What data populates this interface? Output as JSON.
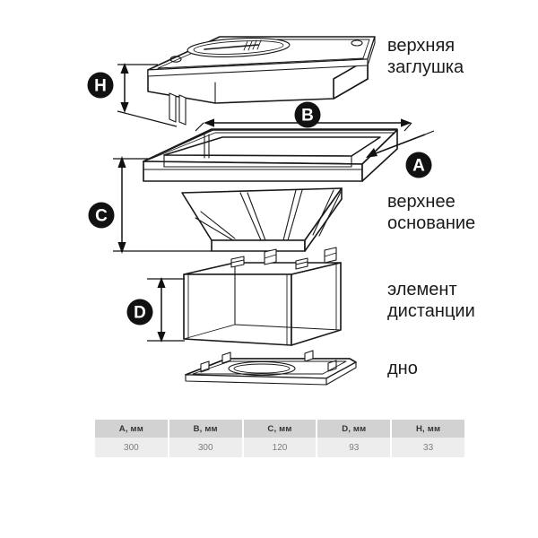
{
  "diagram": {
    "title_present": false,
    "parts": [
      {
        "id": "top-cap",
        "caption": "верхняя\nзаглушка",
        "dimension_badge": "H"
      },
      {
        "id": "top-base",
        "caption": "верхнее\nоснование",
        "dimension_badge": "C"
      },
      {
        "id": "spacer",
        "caption": "элемент\nдистанции",
        "dimension_badge": "D"
      },
      {
        "id": "bottom",
        "caption": "дно",
        "dimension_badge": ""
      }
    ],
    "dimension_badges": [
      {
        "label": "H",
        "part": "top-cap",
        "orientation": "vertical"
      },
      {
        "label": "B",
        "part": "top-base",
        "orientation": "horizontal"
      },
      {
        "label": "A",
        "part": "top-base",
        "orientation": "depth"
      },
      {
        "label": "C",
        "part": "top-base",
        "orientation": "vertical"
      },
      {
        "label": "D",
        "part": "spacer",
        "orientation": "vertical"
      }
    ],
    "line_color": "#1a1a1a",
    "background_color": "#ffffff"
  },
  "table": {
    "headers": [
      "A, мм",
      "B, мм",
      "C, мм",
      "D, мм",
      "H, мм"
    ],
    "rows": [
      [
        "300",
        "300",
        "120",
        "93",
        "33"
      ]
    ],
    "header_bg": "#d2d2d2",
    "cell_bg": "#ededed",
    "header_text_color": "#333333",
    "cell_text_color": "#7d7d7d"
  }
}
